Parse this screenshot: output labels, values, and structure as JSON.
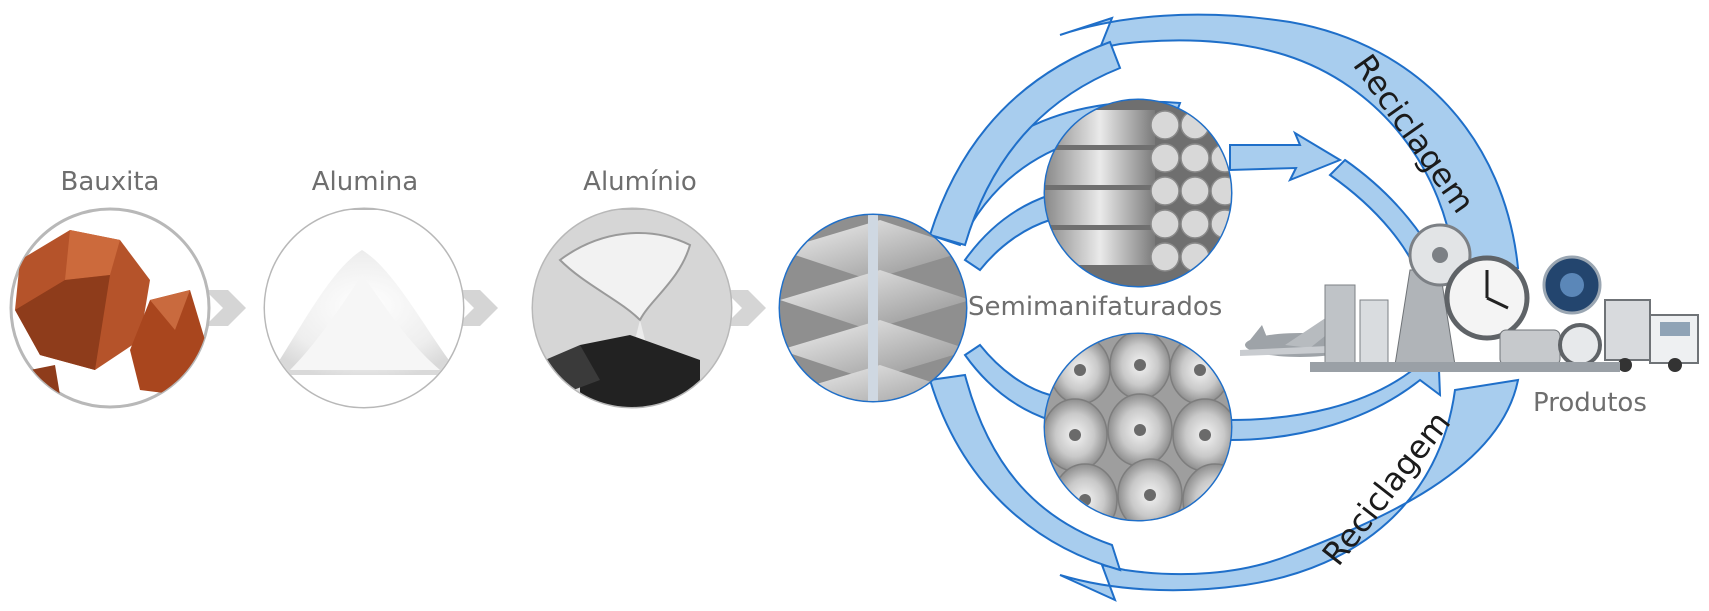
{
  "stages": {
    "bauxita": "Bauxita",
    "alumina": "Alumina",
    "aluminio": "Alumínio",
    "semimanufaturados": "Semimanifaturados",
    "produtos": "Produtos"
  },
  "cycle": {
    "top_label": "Reciclagem",
    "bottom_label": "Reciclagem"
  },
  "colors": {
    "arrow_fill": "#a8cdee",
    "arrow_stroke": "#1f6fc9",
    "cycle_text": "#1b1b1b",
    "label_text": "#6e6e6e",
    "chevron": "#d5d5d5"
  }
}
